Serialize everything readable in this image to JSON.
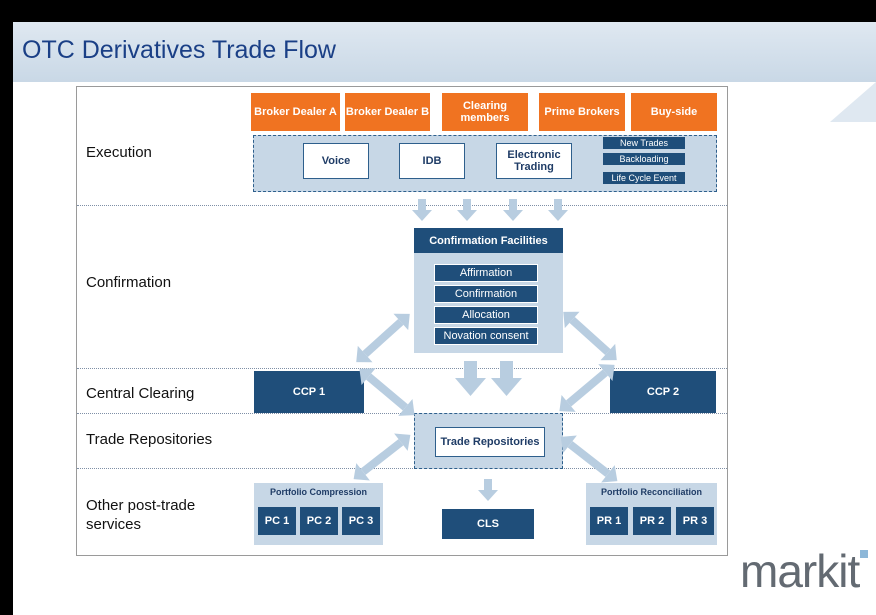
{
  "title": "OTC Derivatives Trade Flow",
  "rows": {
    "execution": "Execution",
    "confirmation": "Confirmation",
    "central_clearing": "Central Clearing",
    "trade_repositories": "Trade Repositories",
    "other_post_trade": "Other post-trade services"
  },
  "participants": [
    "Broker Dealer A",
    "Broker Dealer B",
    "Clearing members",
    "Prime Brokers",
    "Buy-side"
  ],
  "channels": [
    "Voice",
    "IDB",
    "Electronic Trading"
  ],
  "event_types": [
    "New Trades",
    "Backloading",
    "Life Cycle Event"
  ],
  "confirmation": {
    "header": "Confirmation Facilities",
    "items": [
      "Affirmation",
      "Confirmation",
      "Allocation",
      "Novation consent"
    ]
  },
  "clearing": {
    "ccp1": "CCP 1",
    "ccp2": "CCP 2"
  },
  "trade_repository": "Trade Repositories",
  "portfolio_compression": {
    "header": "Portfolio Compression",
    "items": [
      "PC 1",
      "PC 2",
      "PC 3"
    ]
  },
  "cls": "CLS",
  "portfolio_reconciliation": {
    "header": "Portfolio Reconciliation",
    "items": [
      "PR 1",
      "PR 2",
      "PR 3"
    ]
  },
  "logo": "markit",
  "colors": {
    "accent_orange": "#f07321",
    "dark_blue": "#1f4e7a",
    "light_blue": "#c7d7e6",
    "title_blue": "#1a3f86"
  }
}
